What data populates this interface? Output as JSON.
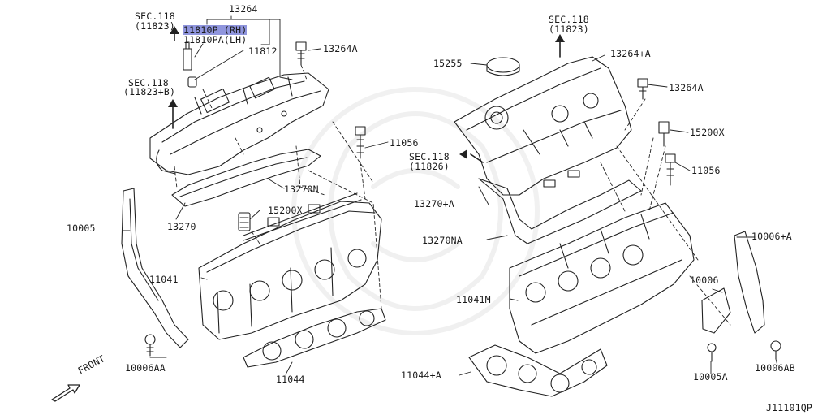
{
  "diagram_code": "J11101QP",
  "colors": {
    "line": "#222222",
    "highlight": "#8f95dd",
    "watermark": "#bbbbbb"
  },
  "icons": [
    "front-arrow-icon",
    "section-arrow-icon",
    "watermark-emblem"
  ],
  "labels": {
    "p13264": "13264",
    "sec118_a": "SEC.118",
    "sec118_a_sub": "(11823)",
    "p11810p": "11810P (RH)",
    "p11810pa": "11810PA(LH)",
    "p11812": "11812",
    "p13264a_left": "13264A",
    "sec118_b": "SEC.118",
    "sec118_b_sub": "(11823+B)",
    "p11056_left": "11056",
    "p13270n": "13270N",
    "p13270": "13270",
    "p15200x_left": "15200X",
    "p10005": "10005",
    "p11041": "11041",
    "p10006aa": "10006AA",
    "p11044": "11044",
    "front": "FRONT",
    "sec118_c": "SEC.118",
    "sec118_c_sub": "(11823)",
    "p13264plusa": "13264+A",
    "p15255": "15255",
    "p13264a_right": "13264A",
    "p15200x_right": "15200X",
    "sec118_d": "SEC.118",
    "sec118_d_sub": "(11826)",
    "p11056_right": "11056",
    "p13270plusa": "13270+A",
    "p13270na": "13270NA",
    "p10006plusa": "10006+A",
    "p10006": "10006",
    "p11041m": "11041M",
    "p10005a": "10005A",
    "p10006ab": "10006AB",
    "p11044plusa": "11044+A"
  }
}
